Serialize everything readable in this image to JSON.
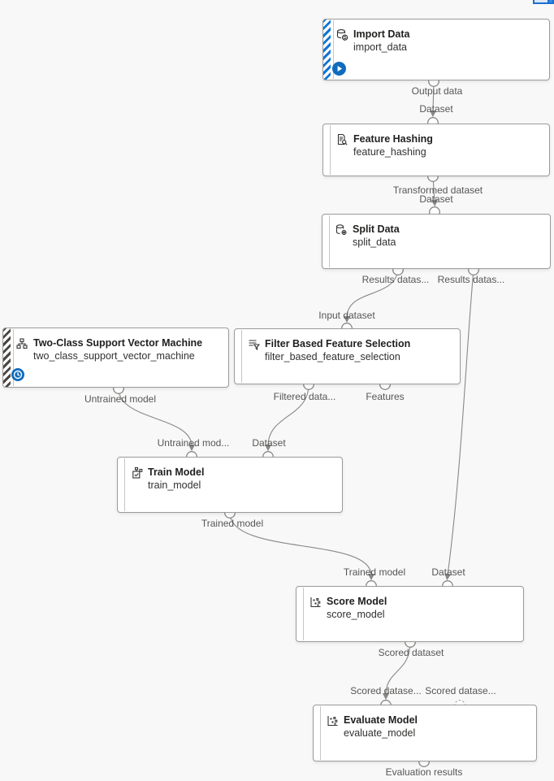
{
  "app": {
    "name": "Azure ML Designer pipeline canvas"
  },
  "colors": {
    "canvas_background": "#f8f8f8",
    "node_background": "#ffffff",
    "node_border": "#9d9b99",
    "edge": "#8a8886",
    "accent_blue": "#1374d6",
    "status_blue": "#0f6cbd",
    "label_text": "#575655",
    "title_text": "#201f1e"
  },
  "nodes": [
    {
      "key": "import_data",
      "title": "Import Data",
      "subtitle": "import_data",
      "icon": "database-sync-icon",
      "stripe": "blue",
      "status": "running"
    },
    {
      "key": "feature_hashing",
      "title": "Feature Hashing",
      "subtitle": "feature_hashing",
      "icon": "document-search-icon",
      "stripe": "none",
      "status": "none"
    },
    {
      "key": "split_data",
      "title": "Split Data",
      "subtitle": "split_data",
      "icon": "database-gear-icon",
      "stripe": "none",
      "status": "none"
    },
    {
      "key": "two_class_support_vector_machine",
      "title": "Two-Class Support Vector Machine",
      "subtitle": "two_class_support_vector_machine",
      "icon": "hierarchy-icon",
      "stripe": "dark",
      "status": "queued"
    },
    {
      "key": "filter_based_feature_selection",
      "title": "Filter Based Feature Selection",
      "subtitle": "filter_based_feature_selection",
      "icon": "list-filter-icon",
      "stripe": "none",
      "status": "none"
    },
    {
      "key": "train_model",
      "title": "Train Model",
      "subtitle": "train_model",
      "icon": "train-model-icon",
      "stripe": "none",
      "status": "none"
    },
    {
      "key": "score_model",
      "title": "Score Model",
      "subtitle": "score_model",
      "icon": "scatter-plot-icon",
      "stripe": "none",
      "status": "none"
    },
    {
      "key": "evaluate_model",
      "title": "Evaluate Model",
      "subtitle": "evaluate_model",
      "icon": "scatter-plot-icon",
      "stripe": "none",
      "status": "none"
    }
  ],
  "port_labels": {
    "output_data": "Output data",
    "dataset": "Dataset",
    "transformed_dataset": "Transformed dataset",
    "results_dataset_truncated": "Results datas...",
    "input_dataset": "Input dataset",
    "untrained_model": "Untrained model",
    "untrained_model_truncated": "Untrained mod...",
    "filtered_data_truncated": "Filtered data...",
    "features": "Features",
    "trained_model": "Trained model",
    "scored_dataset": "Scored dataset",
    "scored_dataset_truncated": "Scored datase...",
    "evaluation_results": "Evaluation results"
  }
}
